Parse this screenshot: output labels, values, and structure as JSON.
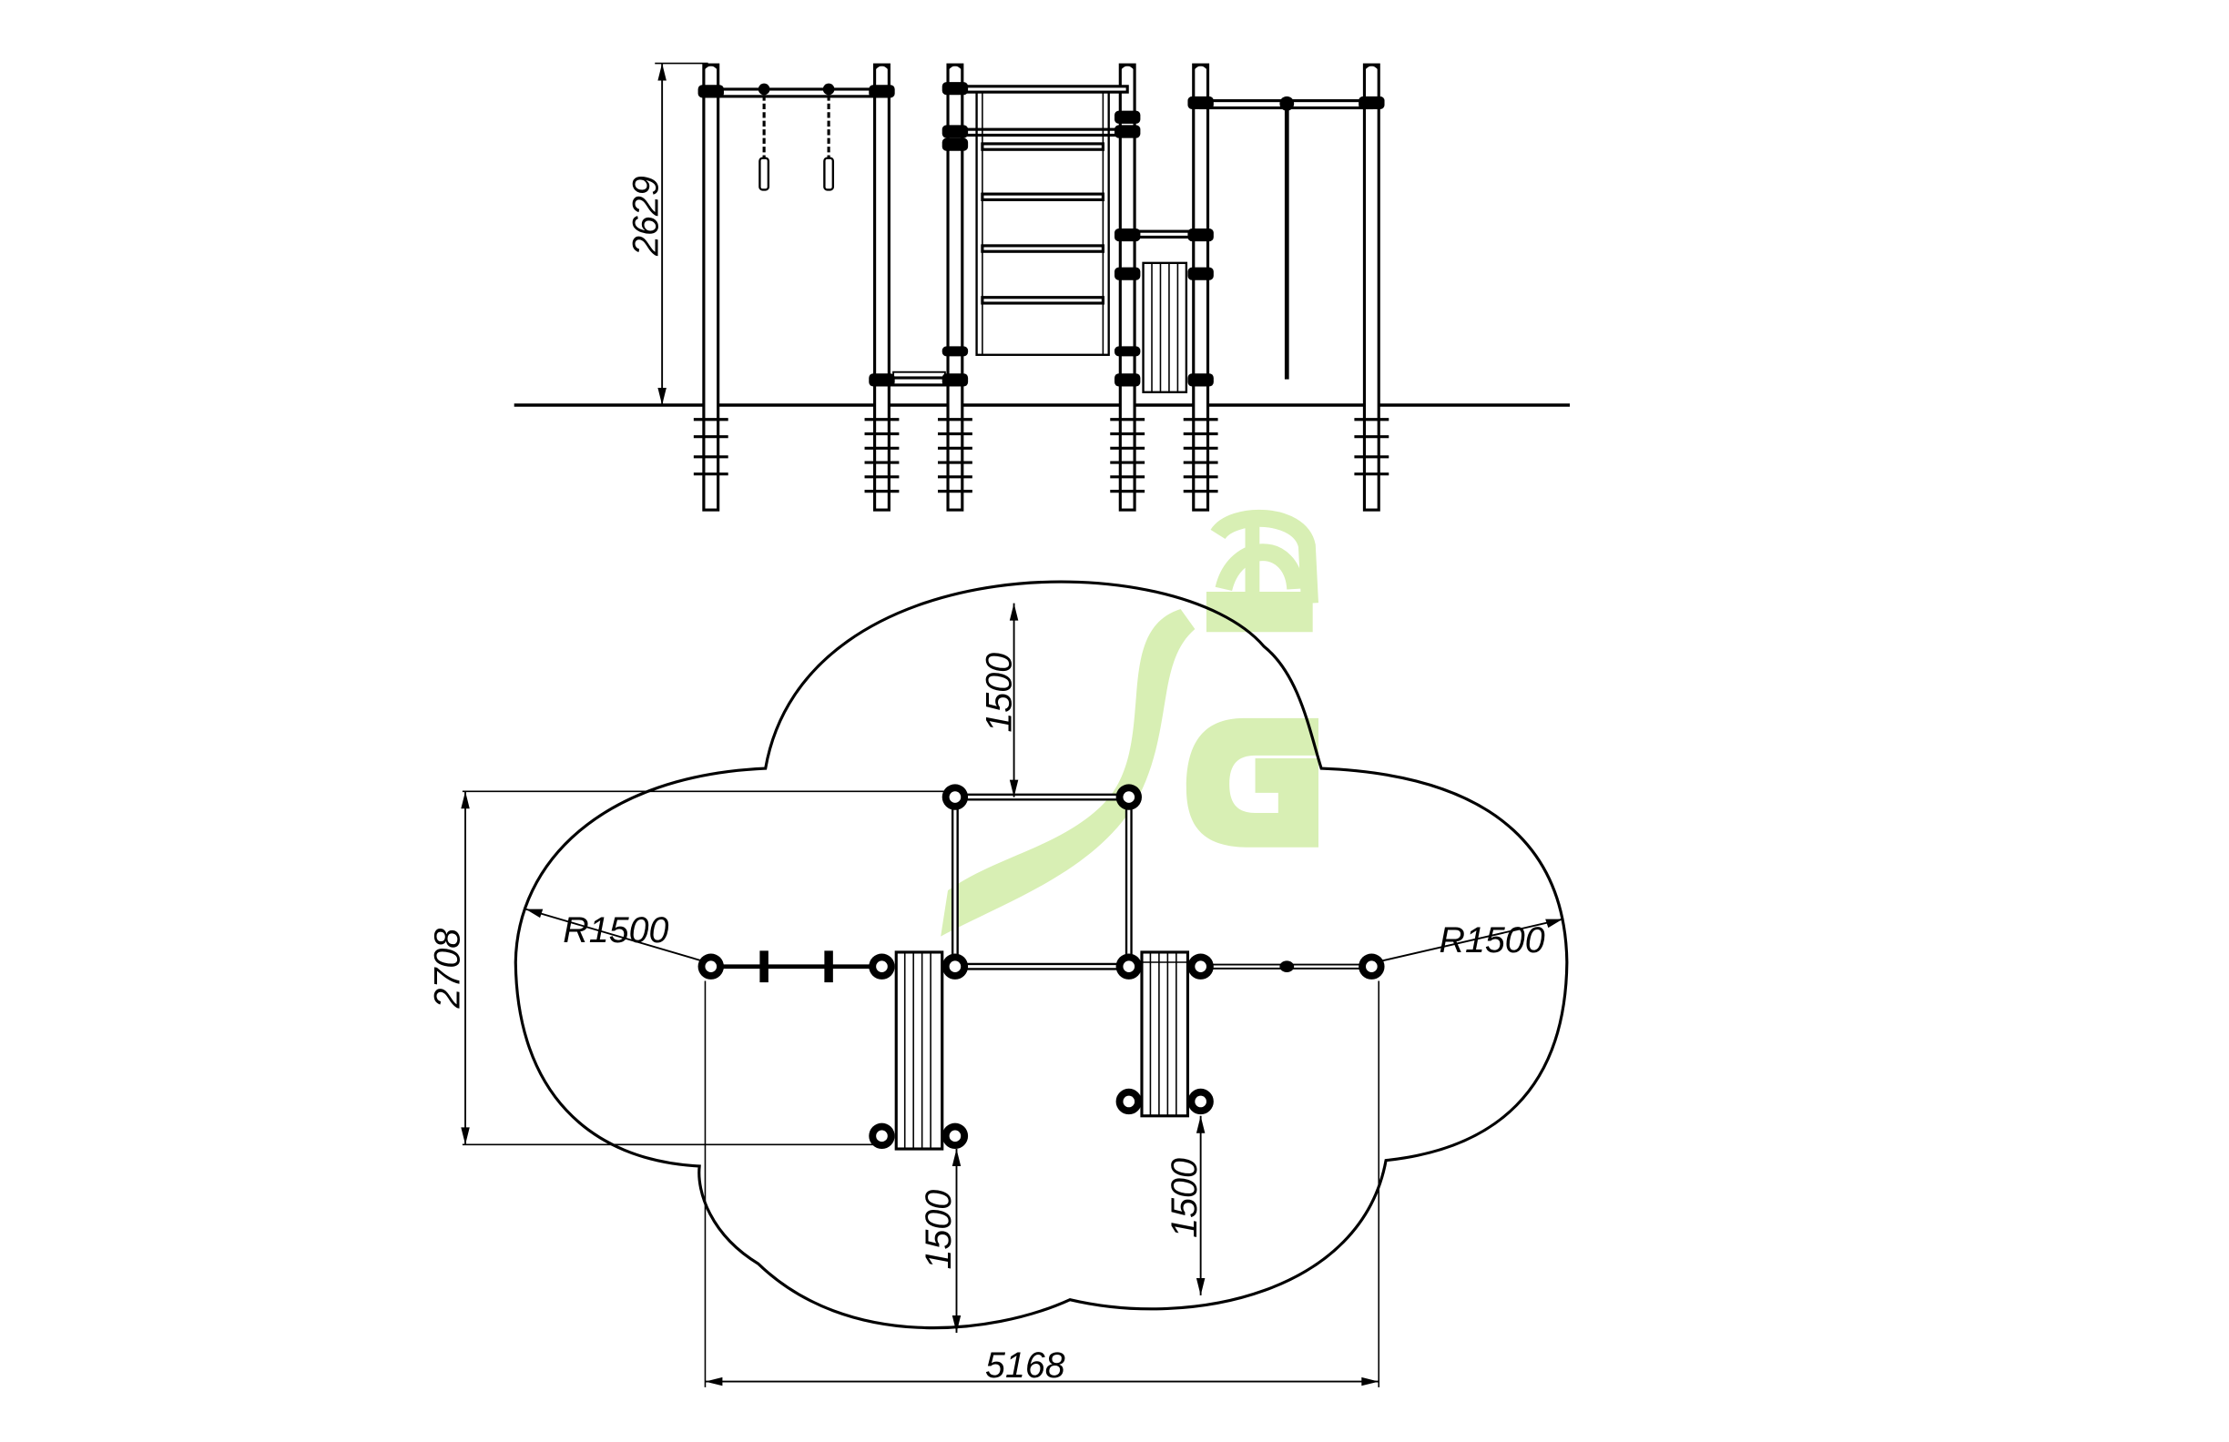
{
  "drawing": {
    "elevation": {
      "height_label": "2629"
    },
    "plan": {
      "top_offset_label": "1500",
      "left_radius_label": "R1500",
      "right_radius_label": "R1500",
      "depth_label": "2708",
      "bottom_left_offset_label": "1500",
      "bottom_right_offset_label": "1500",
      "width_label": "5168"
    },
    "colors": {
      "line": "#000000",
      "logo": "#d6eeb0"
    },
    "watermark_icon": "sg-logo-icon"
  }
}
